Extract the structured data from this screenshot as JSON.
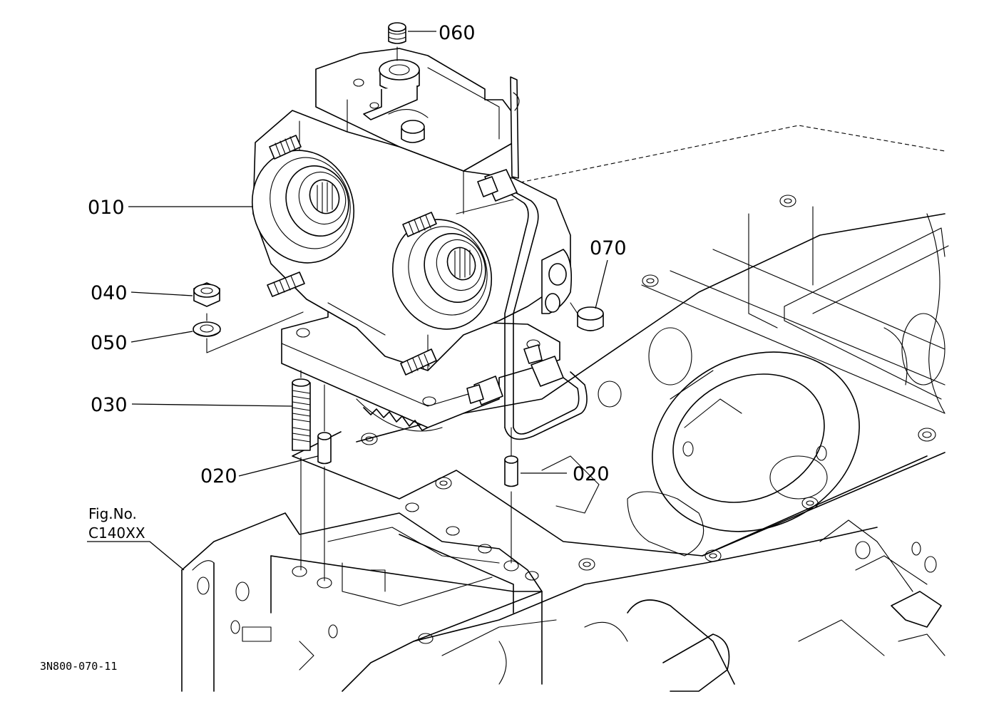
{
  "callouts": [
    {
      "id": "010",
      "text": "010"
    },
    {
      "id": "020a",
      "text": "020"
    },
    {
      "id": "020b",
      "text": "020"
    },
    {
      "id": "030",
      "text": "030"
    },
    {
      "id": "040",
      "text": "040"
    },
    {
      "id": "050",
      "text": "050"
    },
    {
      "id": "060",
      "text": "060"
    },
    {
      "id": "070",
      "text": "070"
    }
  ],
  "figure": {
    "label_line1": "Fig.No.",
    "label_line2": "C140XX"
  },
  "drawing_code": "3N800-070-11"
}
